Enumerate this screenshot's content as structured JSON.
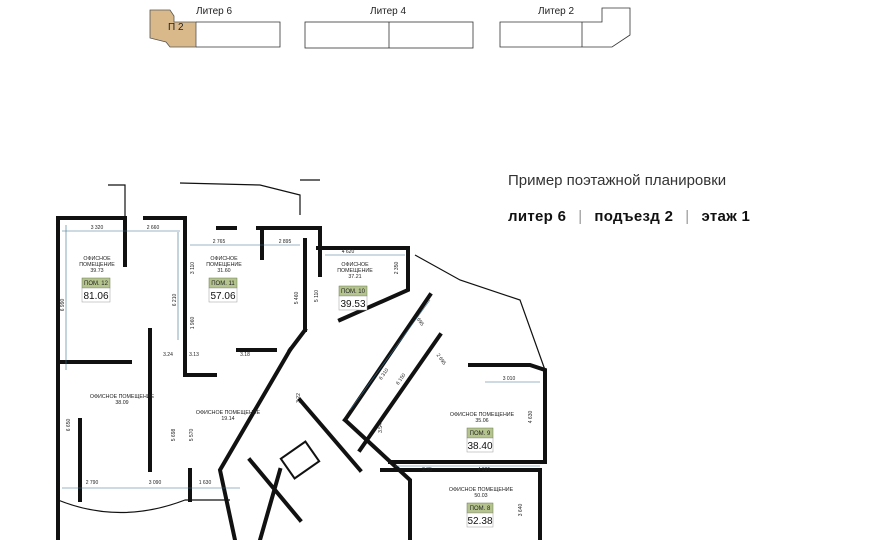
{
  "key_plan": {
    "buildings": [
      {
        "label": "Литер 6",
        "section_label": "П 2",
        "highlight_color": "#d9b98a"
      },
      {
        "label": "Литер 4"
      },
      {
        "label": "Литер 2"
      }
    ]
  },
  "header": {
    "title": "Пример поэтажной планировки",
    "liter": "литер 6",
    "entrance": "подъезд 2",
    "floor": "этаж 1",
    "separator": "|"
  },
  "rooms": [
    {
      "name": "ОФИСНОЕ",
      "name2": "ПОМЕЩЕНИЕ",
      "sub_area": "39.73",
      "badge": "ПОМ. 12",
      "area": "81.06"
    },
    {
      "name": "ОФИСНОЕ",
      "name2": "ПОМЕЩЕНИЕ",
      "sub_area": "31.60",
      "badge": "ПОМ. 11",
      "area": "57.06"
    },
    {
      "name": "ОФИСНОЕ",
      "name2": "ПОМЕЩЕНИЕ",
      "sub_area": "37.21",
      "badge": "ПОМ. 10",
      "area": "39.53"
    },
    {
      "name": "ОФИСНОЕ ПОМЕЩЕНИЕ",
      "sub_area": "38.09"
    },
    {
      "name": "ОФИСНОЕ ПОМЕЩЕНИЕ",
      "sub_area": "19.14"
    },
    {
      "name": "ОФИСНОЕ ПОМЕЩЕНИЕ",
      "sub_area": "35.06",
      "badge": "ПОМ. 9",
      "area": "38.40"
    },
    {
      "name": "ОФИСНОЕ ПОМЕЩЕНИЕ",
      "sub_area": "50.03",
      "badge": "ПОМ. 8",
      "area": "52.38"
    }
  ],
  "badge_color": "#b5c48f",
  "dimensions": [
    "3 320",
    "2 660",
    "2 765",
    "2 895",
    "4 620",
    "6 990",
    "6 210",
    "3 110",
    "1 960",
    "5 460",
    "5 110",
    "2 350",
    "2 695",
    "2 695",
    "6 310",
    "6 150",
    "3 010",
    "4 630",
    "4 935",
    "2.35",
    "3.24",
    "3.13",
    "3.18",
    "6 650",
    "5 698",
    "5 570",
    "2 790",
    "3 090",
    "1 630",
    "3 640",
    "3.22",
    "3.54"
  ]
}
